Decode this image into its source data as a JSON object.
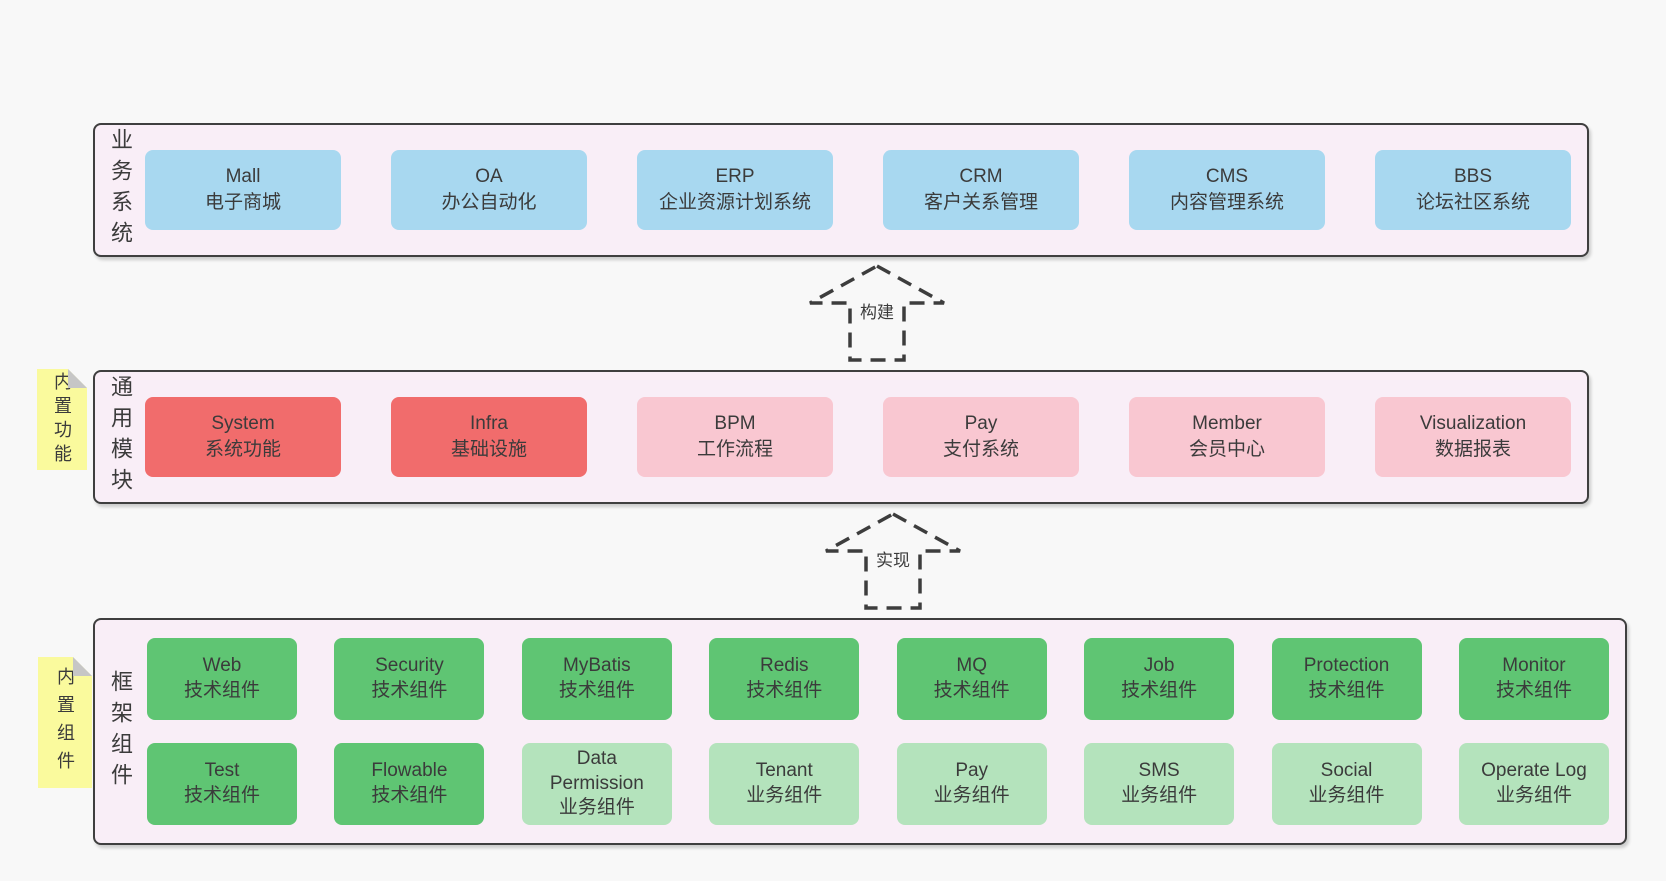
{
  "colors": {
    "background": "#f8f8f8",
    "panel": "#f9eef7",
    "panel-border": "#3f3f3f",
    "text": "#3b3b3b",
    "blue": "#a8d8f0",
    "red": "#f16c6c",
    "pink": "#f9c7d1",
    "green": "#5fc573",
    "green-light": "#b4e3bc",
    "note-yellow": "#fafa9d",
    "note-fold": "#c6c6c6",
    "arrow": "#3d3d3d"
  },
  "arrows": [
    {
      "label": "构建"
    },
    {
      "label": "实现"
    }
  ],
  "sections": [
    {
      "label": "业务系统",
      "boxes": [
        {
          "name": "Mall",
          "desc": "电子商城",
          "type": "blue"
        },
        {
          "name": "OA",
          "desc": "办公自动化",
          "type": "blue"
        },
        {
          "name": "ERP",
          "desc": "企业资源计划系统",
          "type": "blue"
        },
        {
          "name": "CRM",
          "desc": "客户关系管理",
          "type": "blue"
        },
        {
          "name": "CMS",
          "desc": "内容管理系统",
          "type": "blue"
        },
        {
          "name": "BBS",
          "desc": "论坛社区系统",
          "type": "blue"
        }
      ]
    },
    {
      "label": "通用模块",
      "note": "内置功能",
      "boxes": [
        {
          "name": "System",
          "desc": "系统功能",
          "type": "red"
        },
        {
          "name": "Infra",
          "desc": "基础设施",
          "type": "red"
        },
        {
          "name": "BPM",
          "desc": "工作流程",
          "type": "pink"
        },
        {
          "name": "Pay",
          "desc": "支付系统",
          "type": "pink"
        },
        {
          "name": "Member",
          "desc": "会员中心",
          "type": "pink"
        },
        {
          "name": "Visualization",
          "desc": "数据报表",
          "type": "pink"
        }
      ]
    },
    {
      "label": "框架组件",
      "note": "内置组件",
      "rows": [
        [
          {
            "name": "Web",
            "desc": "技术组件",
            "type": "green"
          },
          {
            "name": "Security",
            "desc": "技术组件",
            "type": "green"
          },
          {
            "name": "MyBatis",
            "desc": "技术组件",
            "type": "green"
          },
          {
            "name": "Redis",
            "desc": "技术组件",
            "type": "green"
          },
          {
            "name": "MQ",
            "desc": "技术组件",
            "type": "green"
          },
          {
            "name": "Job",
            "desc": "技术组件",
            "type": "green"
          },
          {
            "name": "Protection",
            "desc": "技术组件",
            "type": "green"
          },
          {
            "name": "Monitor",
            "desc": "技术组件",
            "type": "green"
          }
        ],
        [
          {
            "name": "Test",
            "desc": "技术组件",
            "type": "green"
          },
          {
            "name": "Flowable",
            "desc": "技术组件",
            "type": "green"
          },
          {
            "name": "Data Permission",
            "desc": "业务组件",
            "type": "green-light"
          },
          {
            "name": "Tenant",
            "desc": "业务组件",
            "type": "green-light"
          },
          {
            "name": "Pay",
            "desc": "业务组件",
            "type": "green-light"
          },
          {
            "name": "SMS",
            "desc": "业务组件",
            "type": "green-light"
          },
          {
            "name": "Social",
            "desc": "业务组件",
            "type": "green-light"
          },
          {
            "name": "Operate Log",
            "desc": "业务组件",
            "type": "green-light"
          }
        ]
      ]
    }
  ]
}
